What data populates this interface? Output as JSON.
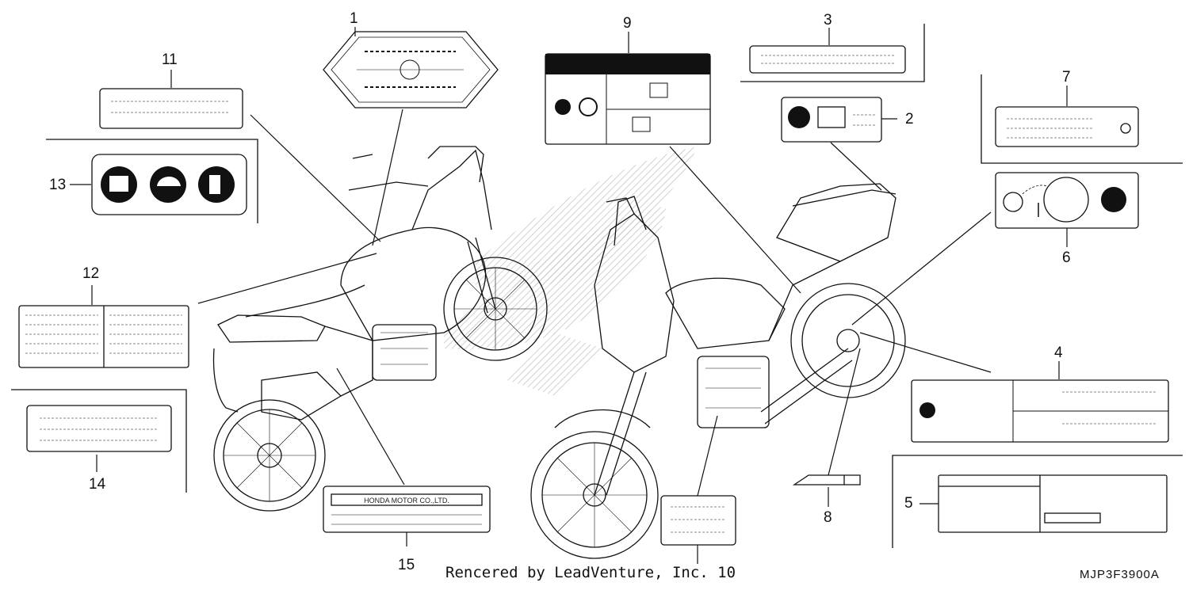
{
  "callouts": [
    {
      "id": "1",
      "label": "1"
    },
    {
      "id": "2",
      "label": "2"
    },
    {
      "id": "3",
      "label": "3"
    },
    {
      "id": "4",
      "label": "4"
    },
    {
      "id": "5",
      "label": "5"
    },
    {
      "id": "6",
      "label": "6"
    },
    {
      "id": "7",
      "label": "7"
    },
    {
      "id": "8",
      "label": "8"
    },
    {
      "id": "9",
      "label": "9"
    },
    {
      "id": "11",
      "label": "11"
    },
    {
      "id": "12",
      "label": "12"
    },
    {
      "id": "13",
      "label": "13"
    },
    {
      "id": "14",
      "label": "14"
    },
    {
      "id": "15",
      "label": "15"
    }
  ],
  "footer": {
    "rendered_by": "Rencered by LeadVenture, Inc. 10",
    "diagram_code": "MJP3F3900A"
  },
  "label_text": {
    "maker_plate": "HONDA MOTOR CO.,LTD."
  }
}
